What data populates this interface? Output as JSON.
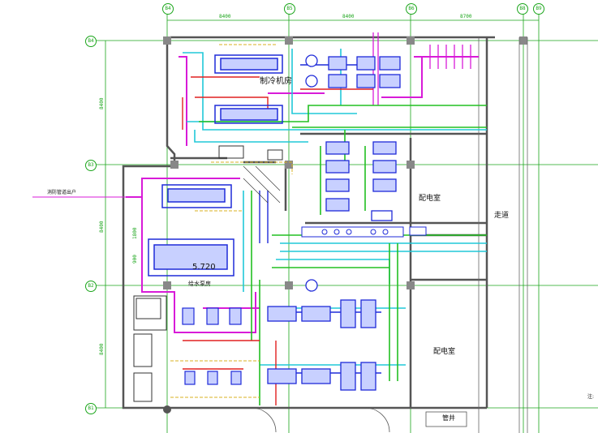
{
  "drawing": {
    "top_axes": [
      "B4",
      "B5",
      "B6",
      "B8",
      "B9"
    ],
    "left_axes": [
      "B4",
      "B3",
      "B2",
      "B1"
    ],
    "top_spans": [
      "8400",
      "8400",
      "8700"
    ],
    "left_spans": [
      "8400",
      "8400",
      "8400"
    ],
    "rooms": {
      "chiller_room": "制冷机房",
      "distribution_room_1": "配电室",
      "corridor": "走道",
      "distribution_room_2": "配电室",
      "shaft": "管井",
      "pump_room": "给水泵房"
    },
    "leader_note": "消防管道出户",
    "elevation": "5.720",
    "dims": {
      "d1800": "1800",
      "d900": "900"
    },
    "note": "注:"
  },
  "colors": {
    "axis": "#1aa51a",
    "wall": "#555555",
    "equipment": "#1f2bd9",
    "pipe_magenta": "#d81bd8",
    "pipe_cyan": "#20c8d8",
    "pipe_red": "#e02020",
    "pipe_green": "#22c022",
    "pipe_yellow": "#d8b020"
  }
}
